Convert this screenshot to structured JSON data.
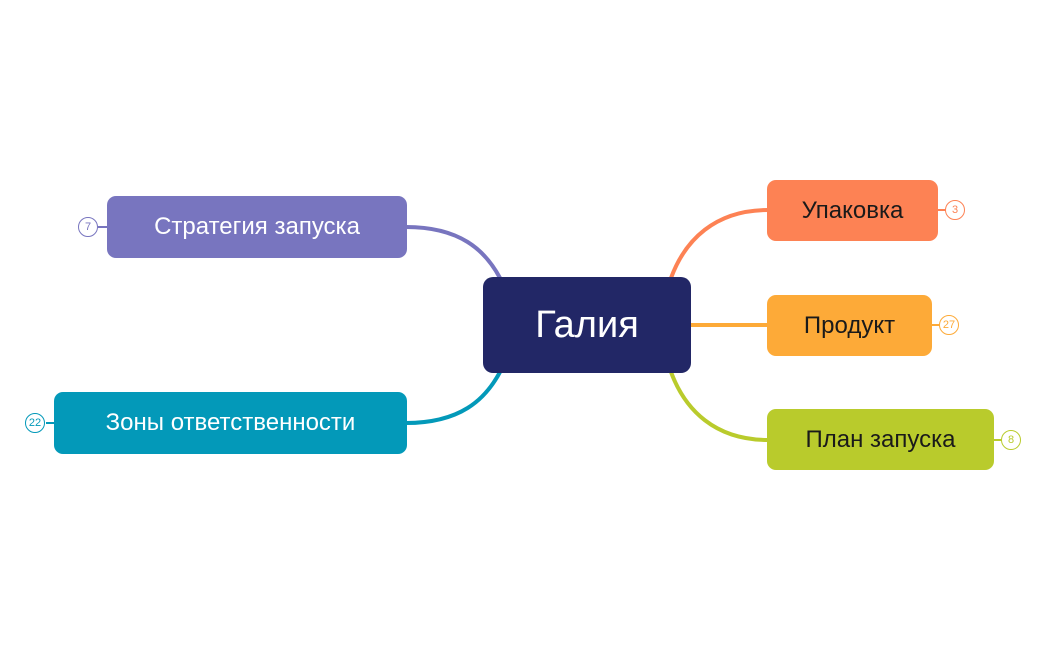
{
  "mindmap": {
    "root": {
      "label": "Галия",
      "color": "#222766",
      "text_color": "#ffffff"
    },
    "branches": [
      {
        "id": "strategy",
        "label": "Стратегия запуска",
        "side": "left",
        "color": "#7875bf",
        "text_color": "#ffffff",
        "count": "7"
      },
      {
        "id": "responsibility",
        "label": "Зоны ответственности",
        "side": "left",
        "color": "#0399b9",
        "text_color": "#ffffff",
        "count": "22"
      },
      {
        "id": "packaging",
        "label": "Упаковка",
        "side": "right",
        "color": "#fd8254",
        "text_color": "#1a1a1a",
        "count": "3"
      },
      {
        "id": "product",
        "label": "Продукт",
        "side": "right",
        "color": "#fdaa38",
        "text_color": "#1a1a1a",
        "count": "27"
      },
      {
        "id": "launch-plan",
        "label": "План запуска",
        "side": "right",
        "color": "#b9cb2c",
        "text_color": "#1a1a1a",
        "count": "8"
      }
    ]
  }
}
